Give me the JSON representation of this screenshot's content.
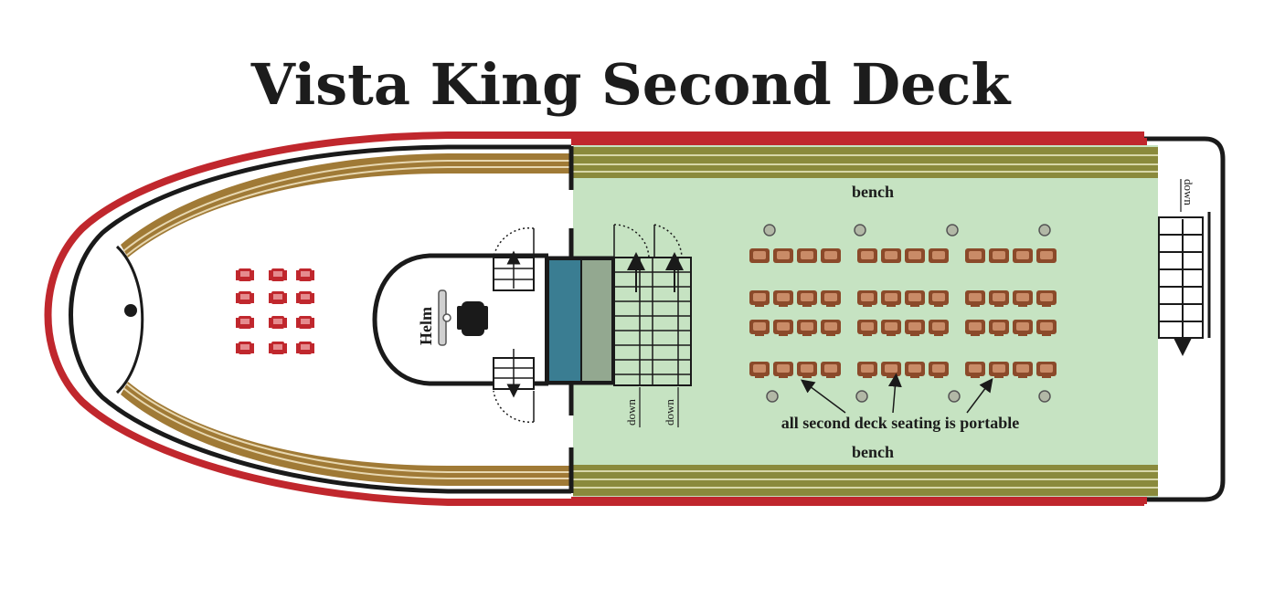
{
  "title": "Vista King Second Deck",
  "labels": {
    "bench_top": "bench",
    "bench_bottom": "bench",
    "helm": "Helm",
    "stairs_down_left": "down",
    "stairs_down_right": "down",
    "stern_stairs_down": "down",
    "seating_note": "all second deck seating is portable"
  },
  "colors": {
    "hull_outer": "#c0272d",
    "hull_inner": "#1a1a1a",
    "bench_wood": "#a07a36",
    "lounge_floor": "#c6e3c2",
    "bench_olive": "#8a8a3c",
    "chair": "#8b4a2a",
    "bow_chair": "#c0272d",
    "post": "#b2b8a6",
    "window_blue": "#3a7d92",
    "window_green": "#93a890"
  },
  "icons": [
    "captains-chair-icon",
    "steering-wheel-icon",
    "stair-arrow-icon",
    "door-swing-icon"
  ]
}
